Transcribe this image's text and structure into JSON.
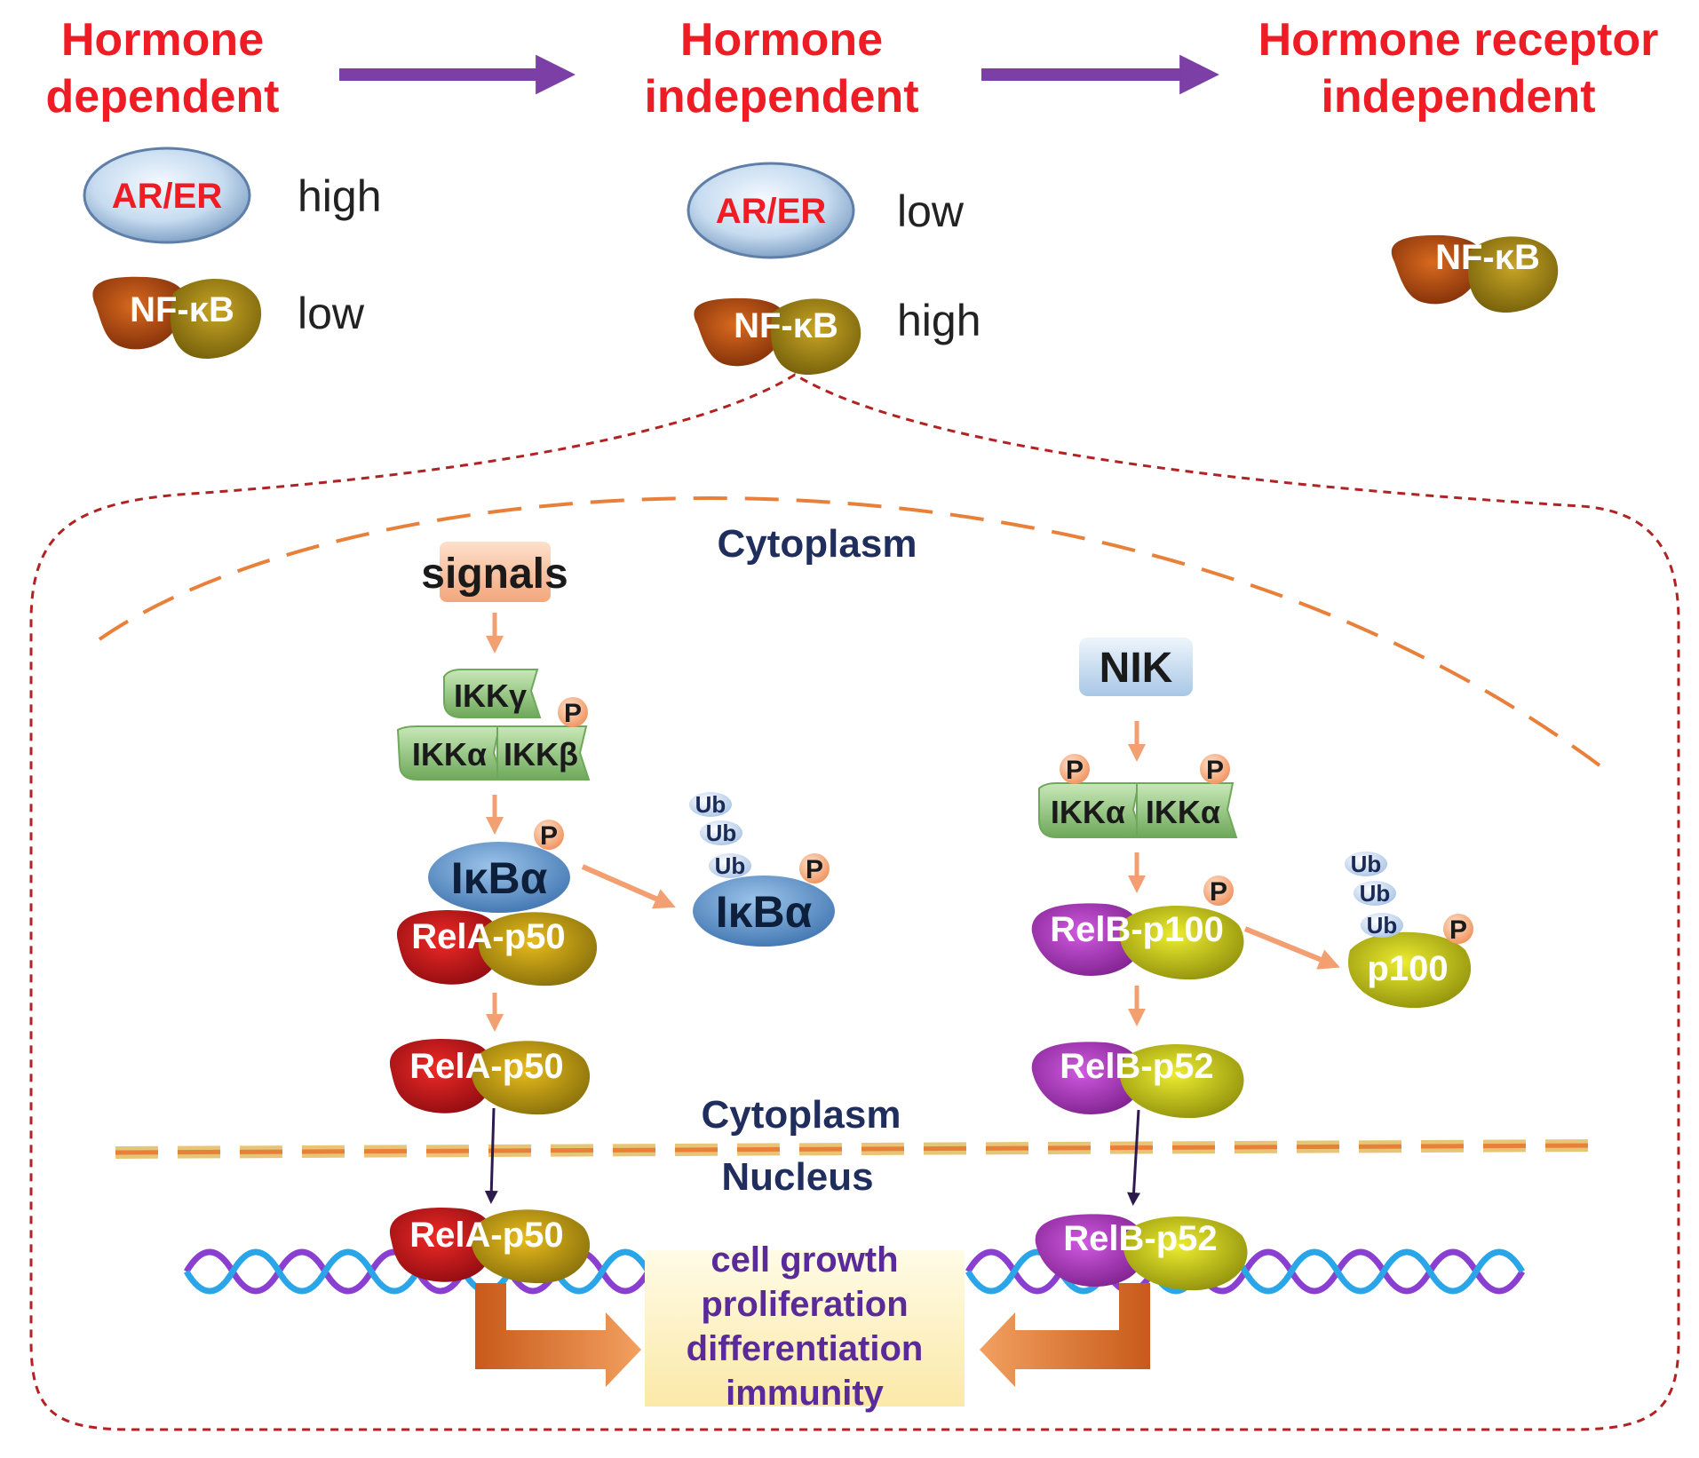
{
  "stages": {
    "dependent": {
      "line1": "Hormone",
      "line2": "dependent"
    },
    "independent": {
      "line1": "Hormone",
      "line2": "independent"
    },
    "receptor_independent": {
      "line1": "Hormone receptor",
      "line2": "independent"
    }
  },
  "receptor_label": "AR/ER",
  "nfkb_label": "NF-κB",
  "levels": {
    "dependent_arer": "high",
    "dependent_nfkb": "low",
    "independent_arer": "low",
    "independent_nfkb": "high"
  },
  "compartments": {
    "cytoplasm_top": "Cytoplasm",
    "cytoplasm_bottom": "Cytoplasm",
    "nucleus": "Nucleus"
  },
  "canonical": {
    "signals": "signals",
    "ikk_gamma": "IKKγ",
    "ikk_alpha": "IKKα",
    "ikk_beta": "IKKβ",
    "ikba": "IκBα",
    "ikba_released": "IκBα",
    "dimer": "RelA-p50"
  },
  "noncanonical": {
    "nik": "NIK",
    "ikk_alpha_1": "IKKα",
    "ikk_alpha_2": "IKKα",
    "complex": "RelB-p100",
    "p100": "p100",
    "dimer": "RelB-p52"
  },
  "phospho": "P",
  "ubiquitin": "Ub",
  "outcomes": [
    "cell growth",
    "proliferation",
    "differentiation",
    "immunity"
  ],
  "colors": {
    "title_red": "#ee1c24",
    "arrow_purple": "#7b3fa6",
    "dashed_red": "#b22222",
    "membrane_orange": "#e8803a",
    "nucleus_gold": "#e0b24a",
    "rela": "#c8141c",
    "p50": "#b89a12",
    "relb": "#a83ab8",
    "p52": "#c8c21a",
    "ikk_green": "#8fc77a",
    "ikba_blue": "#5c93c8",
    "outcome_text": "#5a2a9a"
  }
}
